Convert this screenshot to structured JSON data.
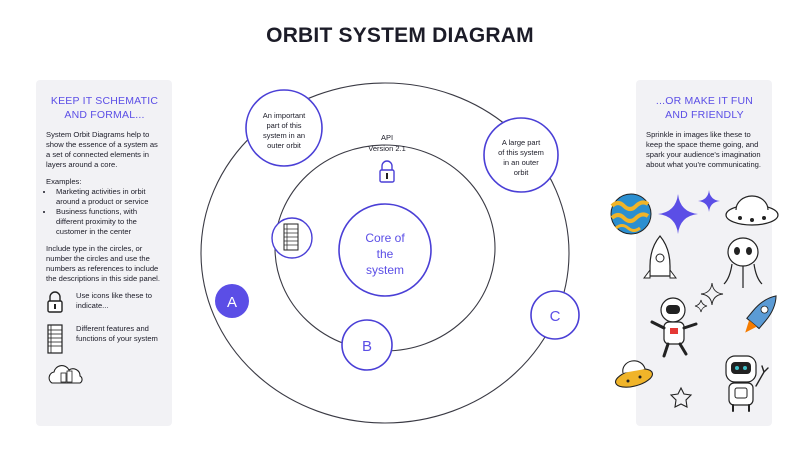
{
  "title": "ORBIT SYSTEM DIAGRAM",
  "left_panel": {
    "heading_line1": "KEEP IT SCHEMATIC",
    "heading_line2": "AND FORMAL...",
    "intro": "System Orbit Diagrams help to show the essence of a system as a set of connected elements in layers around a core.",
    "examples_label": "Examples:",
    "bullets": [
      "Marketing activities in orbit around a product or service",
      "Business functions, with different proximity to the customer in the center"
    ],
    "tip": "Include type in the circles, or number the circles and use the numbers as references to include the descriptions in this side panel.",
    "icon_label_1": "Use icons like these to indicate...",
    "icon_label_2": "Different features and functions of your system"
  },
  "right_panel": {
    "heading_line1": "...OR MAKE IT FUN",
    "heading_line2": "AND FRIENDLY",
    "text": "Sprinkle in images like these to keep the space theme going, and spark your audience's imagination about what you're communicating."
  },
  "diagram": {
    "core": [
      "Core of",
      "the",
      "system"
    ],
    "node_important": [
      "An important",
      "part of this",
      "system in an",
      "outer orbit"
    ],
    "node_api": [
      "API",
      "Version 2.1"
    ],
    "node_large": [
      "A large part",
      "of this system",
      "in an outer",
      "orbit"
    ],
    "node_a": "A",
    "node_b": "B",
    "node_c": "C"
  },
  "colors": {
    "accent": "#5b4ee6",
    "outline": "#4a3fd6",
    "orbit": "#3a3a44",
    "panel": "#f2f2f5"
  },
  "icons": [
    "lock-icon",
    "server-rack-icon",
    "cloud-icon",
    "planet-icon",
    "sparkle-icon",
    "ufo-icon",
    "rocket-icon",
    "alien-icon",
    "astronaut-icon",
    "robot-icon",
    "star-icon"
  ]
}
